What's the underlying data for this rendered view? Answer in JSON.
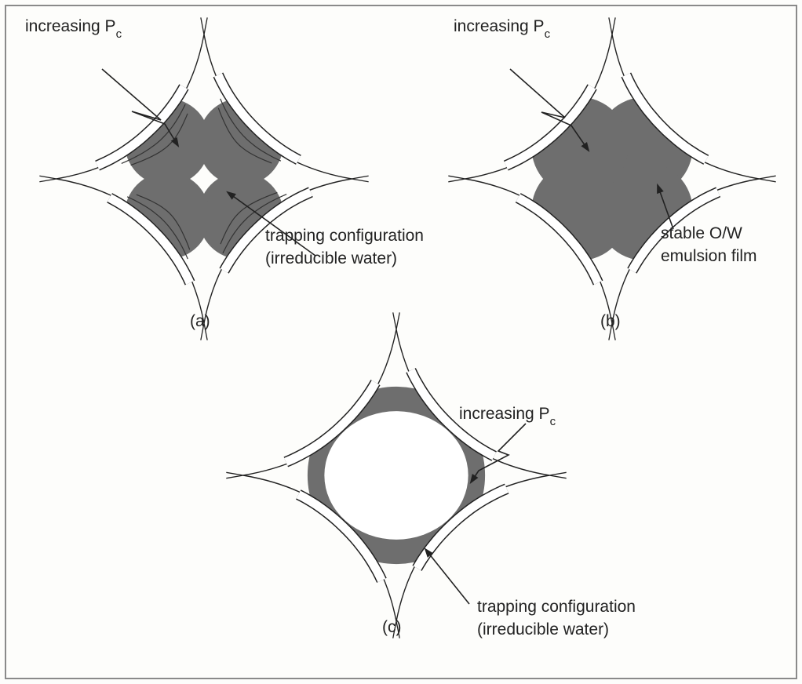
{
  "panels": [
    {
      "id": "a",
      "caption": "(a)",
      "label_top": "increasing P",
      "label_top_sub": "c",
      "label_bottom_1": "trapping configuration",
      "label_bottom_2": "(irreducible water)"
    },
    {
      "id": "b",
      "caption": "(b)",
      "label_top": "increasing P",
      "label_top_sub": "c",
      "label_bottom_1": "stable O/W",
      "label_bottom_2": "emulsion film"
    },
    {
      "id": "c",
      "caption": "(c)",
      "label_top": "increasing P",
      "label_top_sub": "c",
      "label_bottom_1": "trapping configuration",
      "label_bottom_2": "(irreducible water)"
    }
  ],
  "colors": {
    "oil": "#6e6e6e",
    "line": "#222222",
    "film": "#ffffff",
    "frame": "#8a8a8a"
  }
}
